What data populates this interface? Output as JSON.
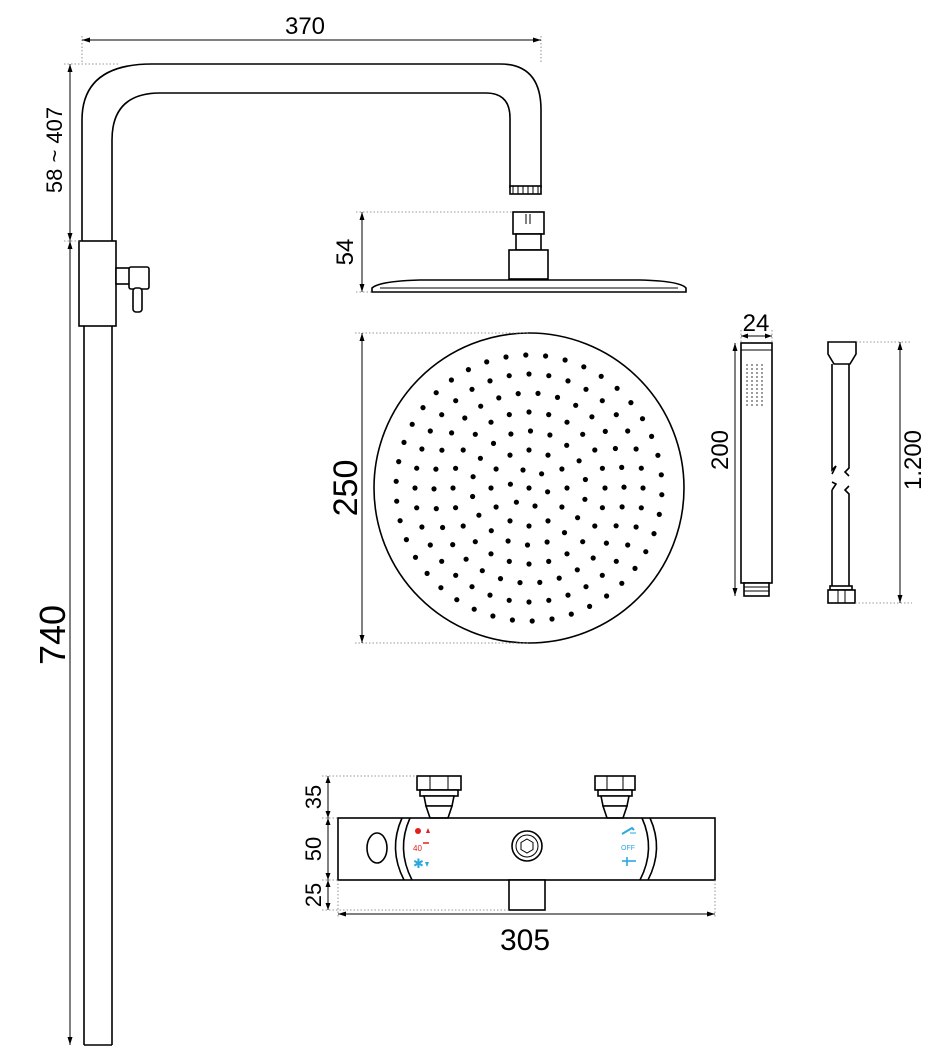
{
  "dimensions": {
    "arm_width": "370",
    "arm_height_range": "58 ~ 407",
    "bar_height": "740",
    "head_height": "54",
    "head_diameter": "250",
    "hand_width": "24",
    "hand_length": "200",
    "hose_length": "1.200",
    "valve_top": "35",
    "valve_body": "50",
    "valve_bottom": "25",
    "valve_width": "305"
  },
  "valve_labels": {
    "temp_value": "40",
    "off_label": "OFF"
  },
  "colors": {
    "hot": "#e0201b",
    "cold": "#2aa9e0",
    "line": "#000000"
  }
}
